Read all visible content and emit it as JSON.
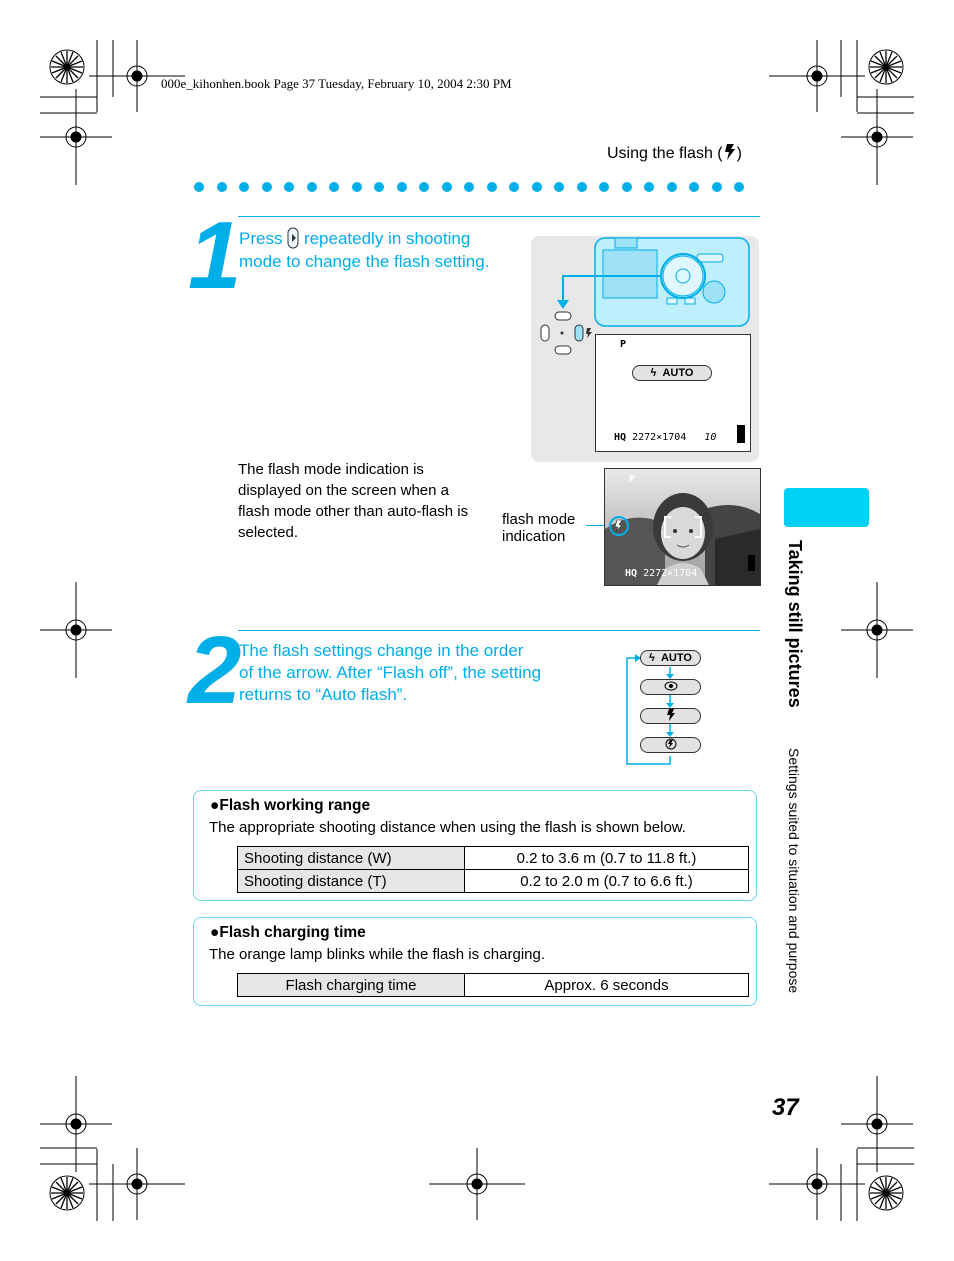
{
  "print_header": "000e_kihonhen.book Page 37 Tuesday, February 10, 2004 2:30 PM",
  "running_head": {
    "text_before": "Using the flash (",
    "text_after": ")"
  },
  "step1": {
    "number": "1",
    "line1_prefix": "Press",
    "line1_suffix": "repeatedly in shooting",
    "line2": "mode to change the flash setting."
  },
  "lcd1": {
    "mode": "P",
    "flash_label": "AUTO",
    "quality": "HQ",
    "resolution": "2272×1704",
    "count": "10"
  },
  "note1": {
    "lines": [
      "The flash mode indication is",
      "displayed on the screen when a",
      "flash mode other than auto-flash is",
      "selected."
    ]
  },
  "callout": {
    "line1": "flash mode",
    "line2": "indication"
  },
  "lcd2": {
    "mode": "P",
    "quality": "HQ",
    "resolution": "2272×1704"
  },
  "step2": {
    "number": "2",
    "lines": [
      "The flash settings change in the order",
      "of the arrow. After “Flash off”, the setting",
      "returns to “Auto flash”."
    ]
  },
  "cycle": {
    "first_label": "AUTO"
  },
  "range_box": {
    "title": "Flash working range",
    "body": "The appropriate shooting distance when using the flash is shown below.",
    "rows": [
      {
        "label": "Shooting distance (W)",
        "value": "0.2 to 3.6 m (0.7 to 11.8 ft.)"
      },
      {
        "label": "Shooting distance (T)",
        "value": "0.2 to 2.0 m (0.7 to 6.6 ft.)"
      }
    ]
  },
  "charge_box": {
    "title": "Flash charging time",
    "body": "The orange lamp blinks while the flash is charging.",
    "rows": [
      {
        "label": "Flash charging time",
        "value": "Approx. 6 seconds"
      }
    ]
  },
  "side": {
    "title": "Taking still pictures",
    "subtitle": "Settings suited to situation and purpose"
  },
  "page_number": "37",
  "colors": {
    "accent": "#00aee8",
    "tab": "#00d1f4"
  }
}
